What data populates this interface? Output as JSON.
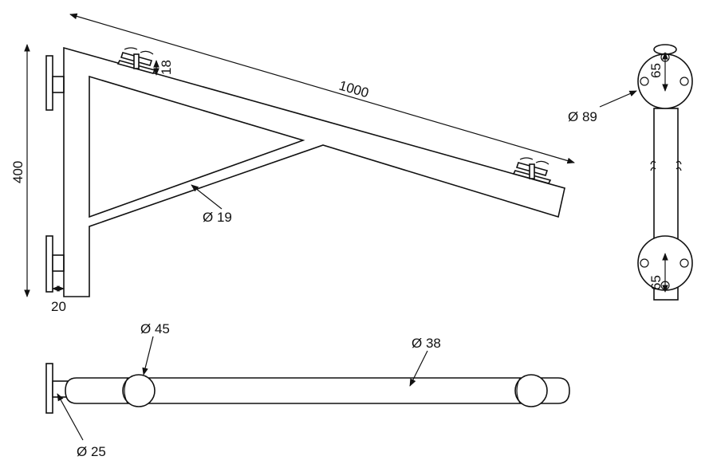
{
  "drawing": {
    "side_view": {
      "length_label": "1000",
      "height_label": "400",
      "plate_thickness_label": "20",
      "clamp_height_label": "18",
      "rod_diameter_label": "Ø 19"
    },
    "end_view": {
      "flange_diameter_label": "Ø 89",
      "hole_spacing_top_label": "65",
      "hole_spacing_bottom_label": "65"
    },
    "top_view": {
      "post_diameter_label": "Ø 25",
      "ball_diameter_label": "Ø 45",
      "tube_diameter_label": "Ø 38"
    }
  }
}
